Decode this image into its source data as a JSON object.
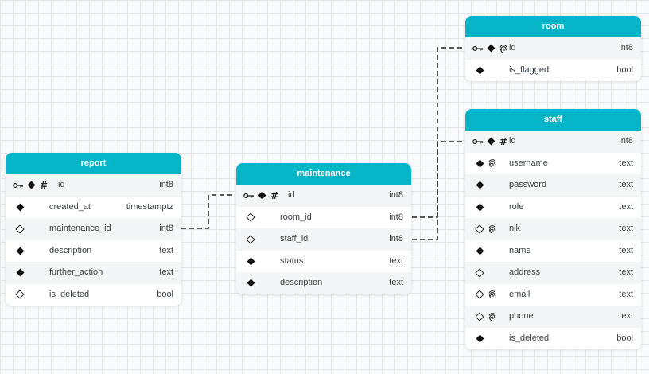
{
  "tables": {
    "room": {
      "title": "room",
      "fields": [
        {
          "name": "id",
          "type": "int8"
        },
        {
          "name": "is_flagged",
          "type": "bool"
        }
      ]
    },
    "staff": {
      "title": "staff",
      "fields": [
        {
          "name": "id",
          "type": "int8"
        },
        {
          "name": "username",
          "type": "text"
        },
        {
          "name": "password",
          "type": "text"
        },
        {
          "name": "role",
          "type": "text"
        },
        {
          "name": "nik",
          "type": "text"
        },
        {
          "name": "name",
          "type": "text"
        },
        {
          "name": "address",
          "type": "text"
        },
        {
          "name": "email",
          "type": "text"
        },
        {
          "name": "phone",
          "type": "text"
        },
        {
          "name": "is_deleted",
          "type": "bool"
        }
      ]
    },
    "report": {
      "title": "report",
      "fields": [
        {
          "name": "id",
          "type": "int8"
        },
        {
          "name": "created_at",
          "type": "timestamptz"
        },
        {
          "name": "maintenance_id",
          "type": "int8"
        },
        {
          "name": "description",
          "type": "text"
        },
        {
          "name": "further_action",
          "type": "text"
        },
        {
          "name": "is_deleted",
          "type": "bool"
        }
      ]
    },
    "maintenance": {
      "title": "maintenance",
      "fields": [
        {
          "name": "id",
          "type": "int8"
        },
        {
          "name": "room_id",
          "type": "int8"
        },
        {
          "name": "staff_id",
          "type": "int8"
        },
        {
          "name": "status",
          "type": "text"
        },
        {
          "name": "description",
          "type": "text"
        }
      ]
    }
  },
  "colors": {
    "header": "#06b6c8",
    "connector": "#222222"
  },
  "icons": {
    "key": "key-icon",
    "required": "filled-diamond-icon",
    "nullable": "empty-diamond-icon",
    "identity": "hash-icon",
    "unique": "fingerprint-icon"
  }
}
